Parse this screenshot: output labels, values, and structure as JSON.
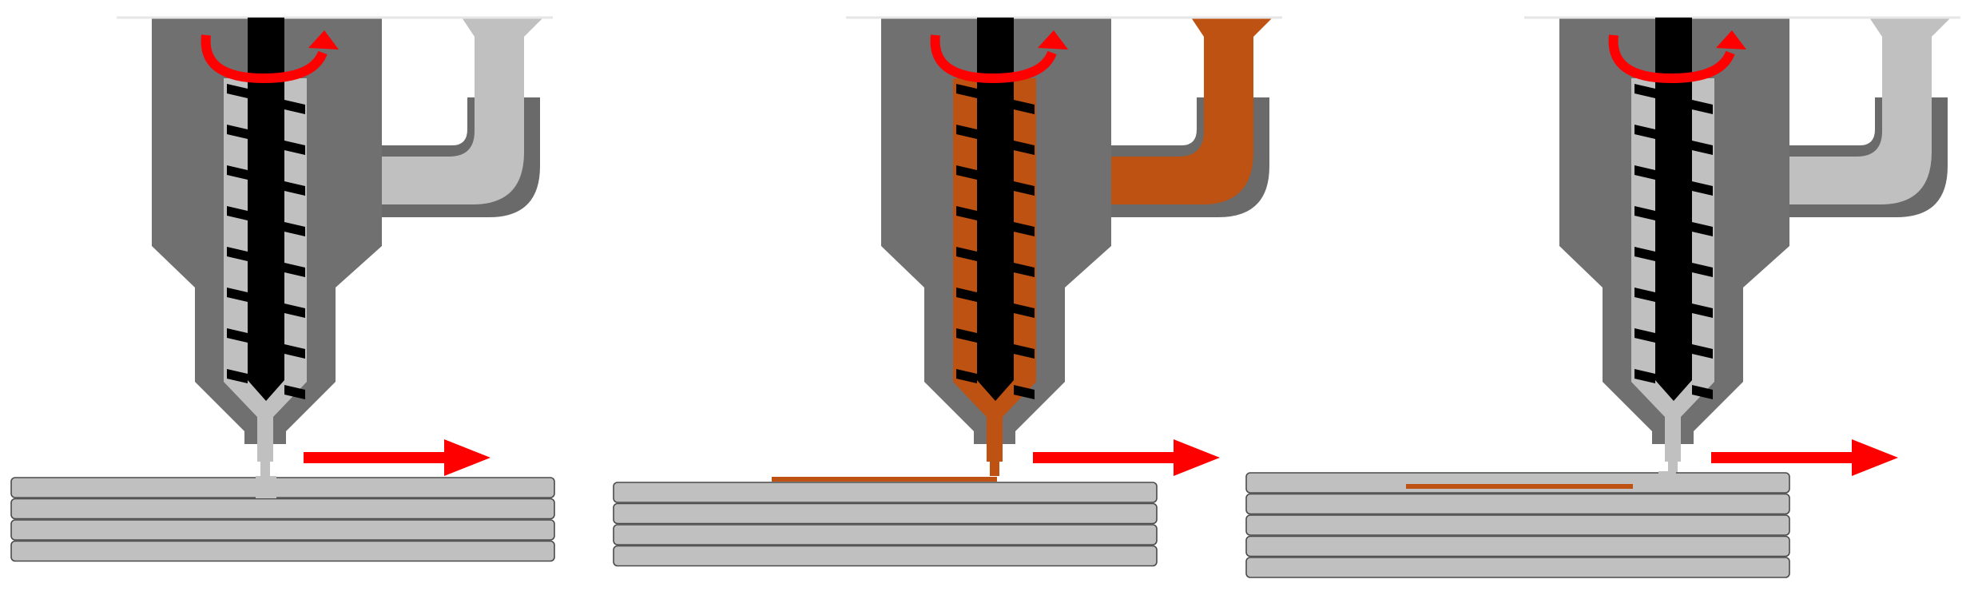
{
  "diagram": {
    "type": "extrusion-printing-sequence",
    "colors": {
      "background": "#ffffff",
      "housing": "#707070",
      "housing_shadow": "#6a6a6a",
      "empty_material": "#c0c0c0",
      "filled_material": "#bd5212",
      "screw": "#000000",
      "layer_fill": "#c0c0c0",
      "layer_stroke": "#4a4a4a",
      "arrow": "#ff0000"
    },
    "panels": [
      {
        "id": "panel-1",
        "material_state": "empty",
        "rotation_arrow": true,
        "motion_arrow": "right",
        "stacked_layers": 4,
        "deposited_trace": false,
        "hopper_filled": false
      },
      {
        "id": "panel-2",
        "material_state": "filled",
        "rotation_arrow": true,
        "motion_arrow": "right",
        "stacked_layers": 4,
        "deposited_trace": true,
        "hopper_filled": true
      },
      {
        "id": "panel-3",
        "material_state": "empty",
        "rotation_arrow": true,
        "motion_arrow": "right",
        "stacked_layers": 5,
        "deposited_trace": true,
        "hopper_filled": false
      }
    ]
  }
}
